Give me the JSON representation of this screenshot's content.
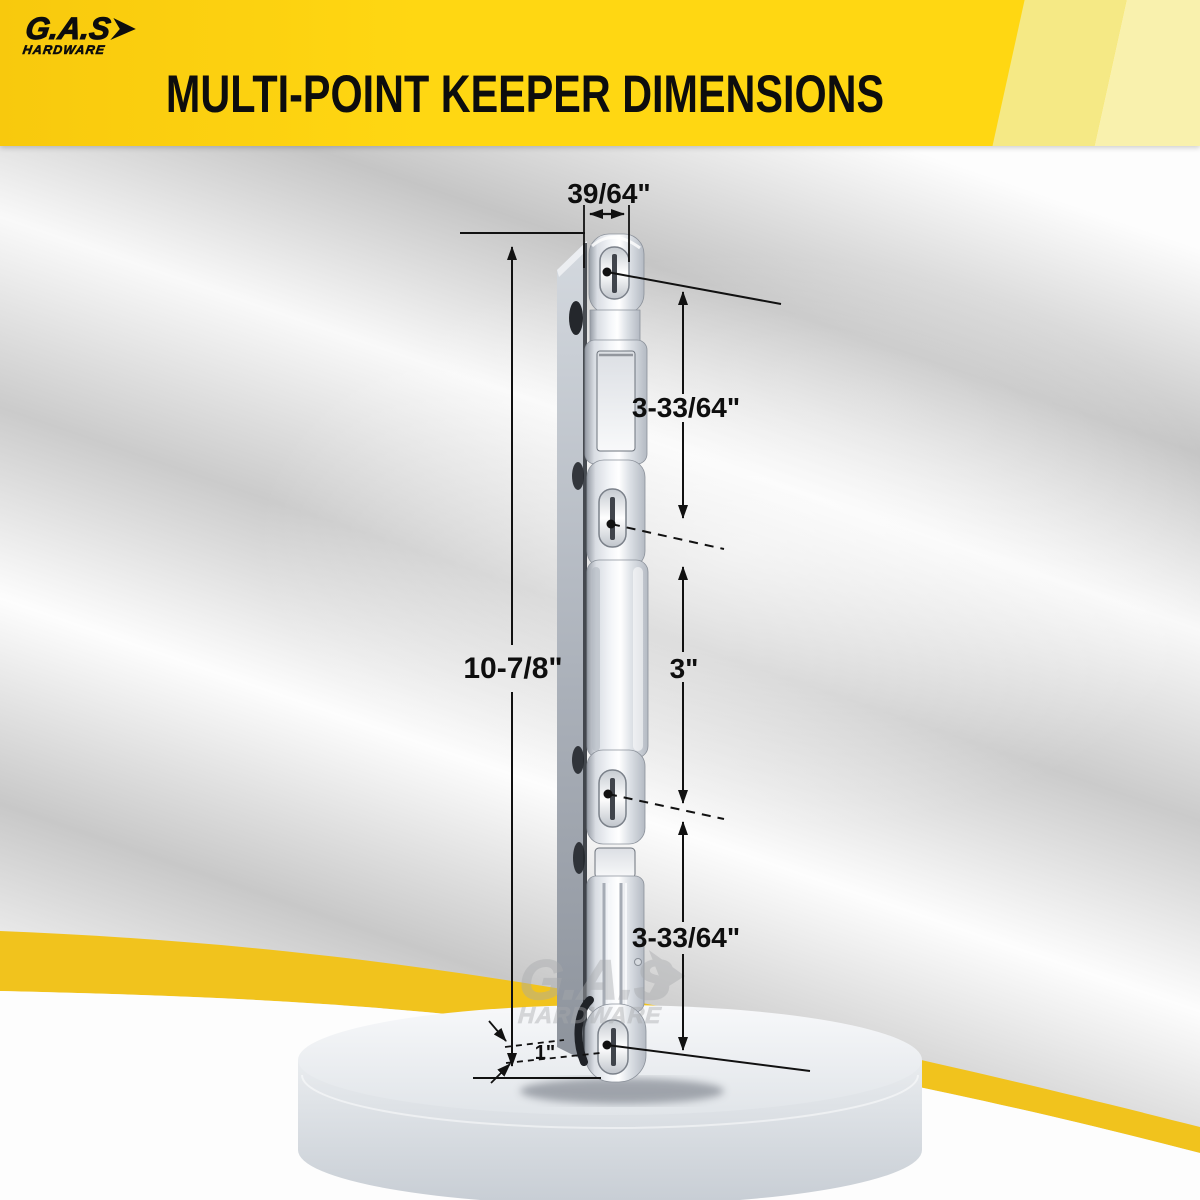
{
  "brand": {
    "name": "G.A.S",
    "sub": "HARDWARE"
  },
  "header": {
    "title": "MULTI-POINT KEEPER DIMENSIONS"
  },
  "watermark": {
    "name": "G.A.S",
    "sub": "HARDWARE"
  },
  "dimensions": {
    "slot_width": "39/64\"",
    "top_keeper_spacing": "3-33/64\"",
    "overall_height": "10-7/8\"",
    "middle_keeper_spacing": "3\"",
    "bottom_keeper_spacing": "3-33/64\"",
    "bottom_hole_offset": "1\""
  },
  "colors": {
    "banner_yellow": "#FFD712",
    "banner_stripe_light": "#F5E985",
    "banner_stripe_lighter": "#F9F1AD",
    "swoosh_yellow": "#F1C31D",
    "annotation_black": "#111111",
    "metal_light": "#F4F6F9",
    "metal_dark": "#9AA0A8"
  }
}
